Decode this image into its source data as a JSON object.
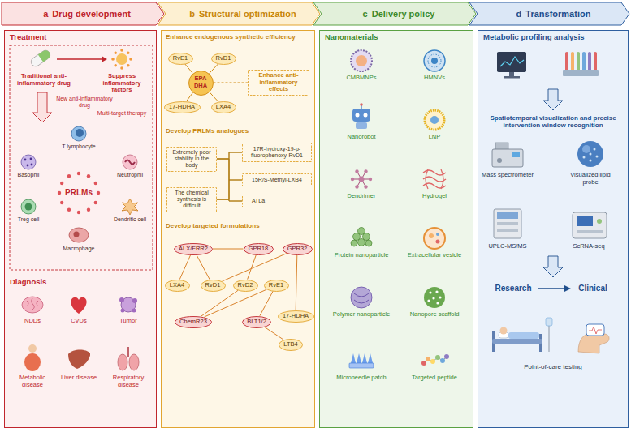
{
  "diagram": {
    "nodes": [
      {
        "text": [
          "a",
          "Drug development"
        ]
      },
      {
        "text": [
          "b",
          "Structural optimization"
        ]
      },
      {
        "text": [
          "c",
          "Delivery policy"
        ]
      },
      {
        "text": [
          "d",
          "Transformation"
        ]
      },
      {
        "text": [
          "Treatment",
          "Diagnosis"
        ]
      },
      {
        "text": [
          "Enhance endogenous synthetic efficiency",
          "Develop PRLMs analogues",
          "Develop targeted formulations"
        ]
      },
      {
        "text": [
          "RvE1"
        ],
        "in": 5
      },
      {
        "text": [
          "RvD1"
        ],
        "in": 5
      },
      {
        "text": [
          "EPA DHA"
        ],
        "in": 5
      },
      {
        "text": [
          "17-HDHA"
        ],
        "in": 5
      },
      {
        "text": [
          "LXA4"
        ],
        "in": 5
      },
      {
        "text": [
          "Enhance anti-inflammatory effects"
        ],
        "in": 5
      },
      {
        "text": [
          "Extremely poor stability in the body"
        ],
        "in": 5
      },
      {
        "text": [
          "The chemical synthesis is difficult"
        ],
        "in": 5
      },
      {
        "text": [
          "17R-hydroxy-19-p-fluorophenoxy-RvD1"
        ],
        "in": 5
      },
      {
        "text": [
          "15R/S-Methyl-LXB4"
        ],
        "in": 5
      },
      {
        "text": [
          "ATLa"
        ],
        "in": 5
      },
      {
        "text": [
          "ALX/FRR2"
        ],
        "in": 5
      },
      {
        "text": [
          "GPR18"
        ],
        "in": 5
      },
      {
        "text": [
          "GPR32"
        ],
        "in": 5
      },
      {
        "text": [
          "LXA4"
        ],
        "in": 5
      },
      {
        "text": [
          "RvD1"
        ],
        "in": 5
      },
      {
        "text": [
          "RvD2"
        ],
        "in": 5
      },
      {
        "text": [
          "RvE1"
        ],
        "in": 5
      },
      {
        "text": [
          "17-HDHA"
        ],
        "in": 5
      },
      {
        "text": [
          "ChemR23"
        ],
        "in": 5
      },
      {
        "text": [
          "BLT1/2"
        ],
        "in": 5
      },
      {
        "text": [
          "LTB4"
        ],
        "in": 5
      },
      {
        "text": [
          "Nanomaterials"
        ]
      },
      {
        "text": [
          "Metabolic profiling analysis",
          "Spatiotemporal visualization and precise intervention window recognition"
        ]
      }
    ],
    "edges": [
      {
        "from": 8,
        "to": 6,
        "arrow": "none"
      },
      {
        "from": 8,
        "to": 7,
        "arrow": "none"
      },
      {
        "from": 8,
        "to": 9,
        "arrow": "none"
      },
      {
        "from": 8,
        "to": 10,
        "arrow": "none"
      },
      {
        "from": 8,
        "to": 11,
        "arrow": "none"
      },
      {
        "from": 12,
        "to": 14,
        "arrow": "none"
      },
      {
        "from": 12,
        "to": 15,
        "arrow": "none"
      },
      {
        "from": 12,
        "to": 16,
        "arrow": "none"
      },
      {
        "from": 13,
        "to": 14,
        "arrow": "none"
      },
      {
        "from": 13,
        "to": 15,
        "arrow": "none"
      },
      {
        "from": 13,
        "to": 16,
        "arrow": "none"
      },
      {
        "from": 17,
        "to": 18,
        "arrow": "none"
      },
      {
        "from": 17,
        "to": 20,
        "arrow": "none"
      },
      {
        "from": 17,
        "to": 21,
        "arrow": "none"
      },
      {
        "from": 18,
        "to": 22,
        "arrow": "none"
      },
      {
        "from": 19,
        "to": 21,
        "arrow": "none"
      },
      {
        "from": 19,
        "to": 24,
        "arrow": "none"
      },
      {
        "from": 25,
        "to": 22,
        "arrow": "none"
      },
      {
        "from": 25,
        "to": 23,
        "arrow": "none"
      },
      {
        "from": 26,
        "to": 23,
        "arrow": "none"
      },
      {
        "from": 26,
        "to": 27,
        "arrow": "none"
      }
    ],
    "labels": [
      "Traditional anti-inflammatory drug",
      "Suppress inflammatory factors",
      "New anti-inflammatory drug",
      "Multi-target therapy",
      "T lymphocyte",
      "Basophil",
      "Neutrophil",
      "PRLMs",
      "Treg cell",
      "Dendritic cell",
      "Macrophage",
      "NDDs",
      "CVDs",
      "Tumor",
      "Metabolic disease",
      "Liver disease",
      "Respiratory disease",
      "CMBMNPs",
      "HMNVs",
      "Nanorobot",
      "LNP",
      "Dendrimer",
      "Hydrogel",
      "Protein nanoparticle",
      "Extracellular vesicle",
      "Polymer nanoparticle",
      "Nanopore scaffold",
      "Microneedle patch",
      "Targeted peptide",
      "Mass spectrometer",
      "Visualized lipid probe",
      "UPLC-MS/MS",
      "ScRNA-seq",
      "Research",
      "Clinical",
      "Point-of-care testing"
    ]
  }
}
